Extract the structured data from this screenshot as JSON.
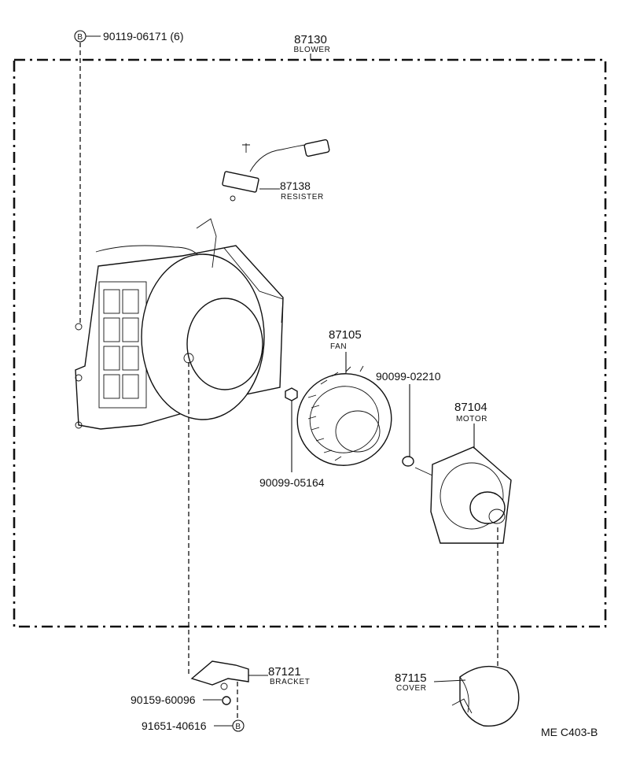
{
  "assembly": {
    "number": "87130",
    "name": "BLOWER"
  },
  "parts": {
    "screw_top": {
      "number": "90119-06171 (6)",
      "ref": "B"
    },
    "resister": {
      "number": "87138",
      "name": "RESISTER"
    },
    "fan": {
      "number": "87105",
      "name": "FAN"
    },
    "washer": {
      "number": "90099-02210"
    },
    "nut": {
      "number": "90099-05164"
    },
    "motor": {
      "number": "87104",
      "name": "MOTOR"
    },
    "bracket": {
      "number": "87121",
      "name": "BRACKET"
    },
    "screw_bracket": {
      "number": "90159-60096"
    },
    "bolt_bracket": {
      "number": "91651-40616",
      "ref": "B"
    },
    "cover": {
      "number": "87115",
      "name": "COVER"
    }
  },
  "diagram_code": "ME  C403-B"
}
